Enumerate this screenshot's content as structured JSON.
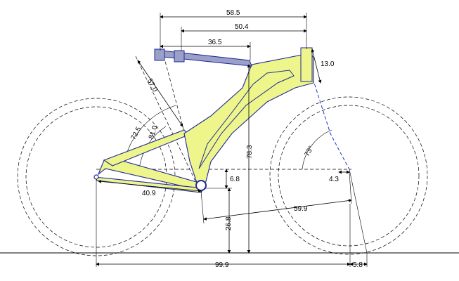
{
  "dimensions": {
    "top_len_a": "58.5",
    "top_len_b": "50.4",
    "top_len_c": "36.5",
    "head_tube": "13.0",
    "seat_len": "57.0",
    "angle_a": "72.5",
    "angle_b": "81.0",
    "head_angle": "73°",
    "chainstay": "40.9",
    "bb_drop": "6.8",
    "stack": "78.3",
    "fork_offset": "4.3",
    "front_center": "59.9",
    "bb_height": "26.8",
    "wheelbase": "99.9",
    "trail": "5.8"
  },
  "colors": {
    "frame_fill": "#eef58a",
    "frame_stroke": "#1f2b9a",
    "line": "#000000"
  }
}
